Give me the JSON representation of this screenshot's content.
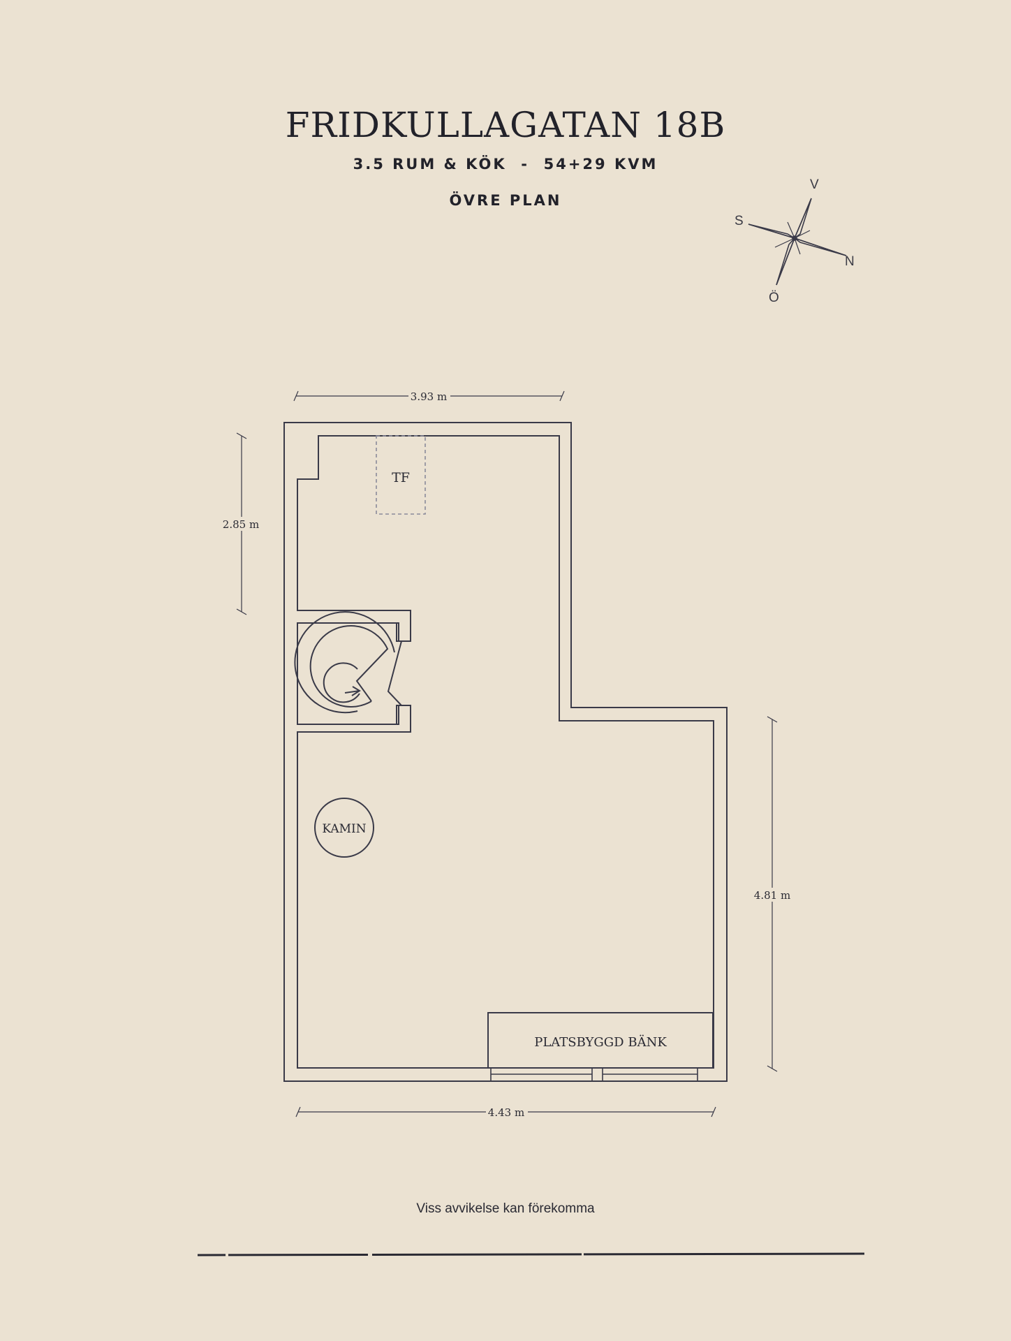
{
  "header": {
    "title": "FRIDKULLAGATAN 18B",
    "subtitle": "3.5 RUM & KÖK  -  54+29 KVM",
    "level": "ÖVRE PLAN"
  },
  "compass": {
    "north": "N",
    "south": "S",
    "east": "Ö",
    "west": "V"
  },
  "dimensions": {
    "top_width": "3.93 m",
    "left_height": "2.85 m",
    "right_height": "4.81 m",
    "bottom_width": "4.43 m"
  },
  "labels": {
    "tf": "TF",
    "fireplace": "KAMIN",
    "bench": "PLATSBYGGD BÄNK"
  },
  "footer": {
    "disclaimer": "Viss avvikelse kan förekomma"
  },
  "colors": {
    "background": "#ebe2d2",
    "ink": "#2a2a33"
  }
}
